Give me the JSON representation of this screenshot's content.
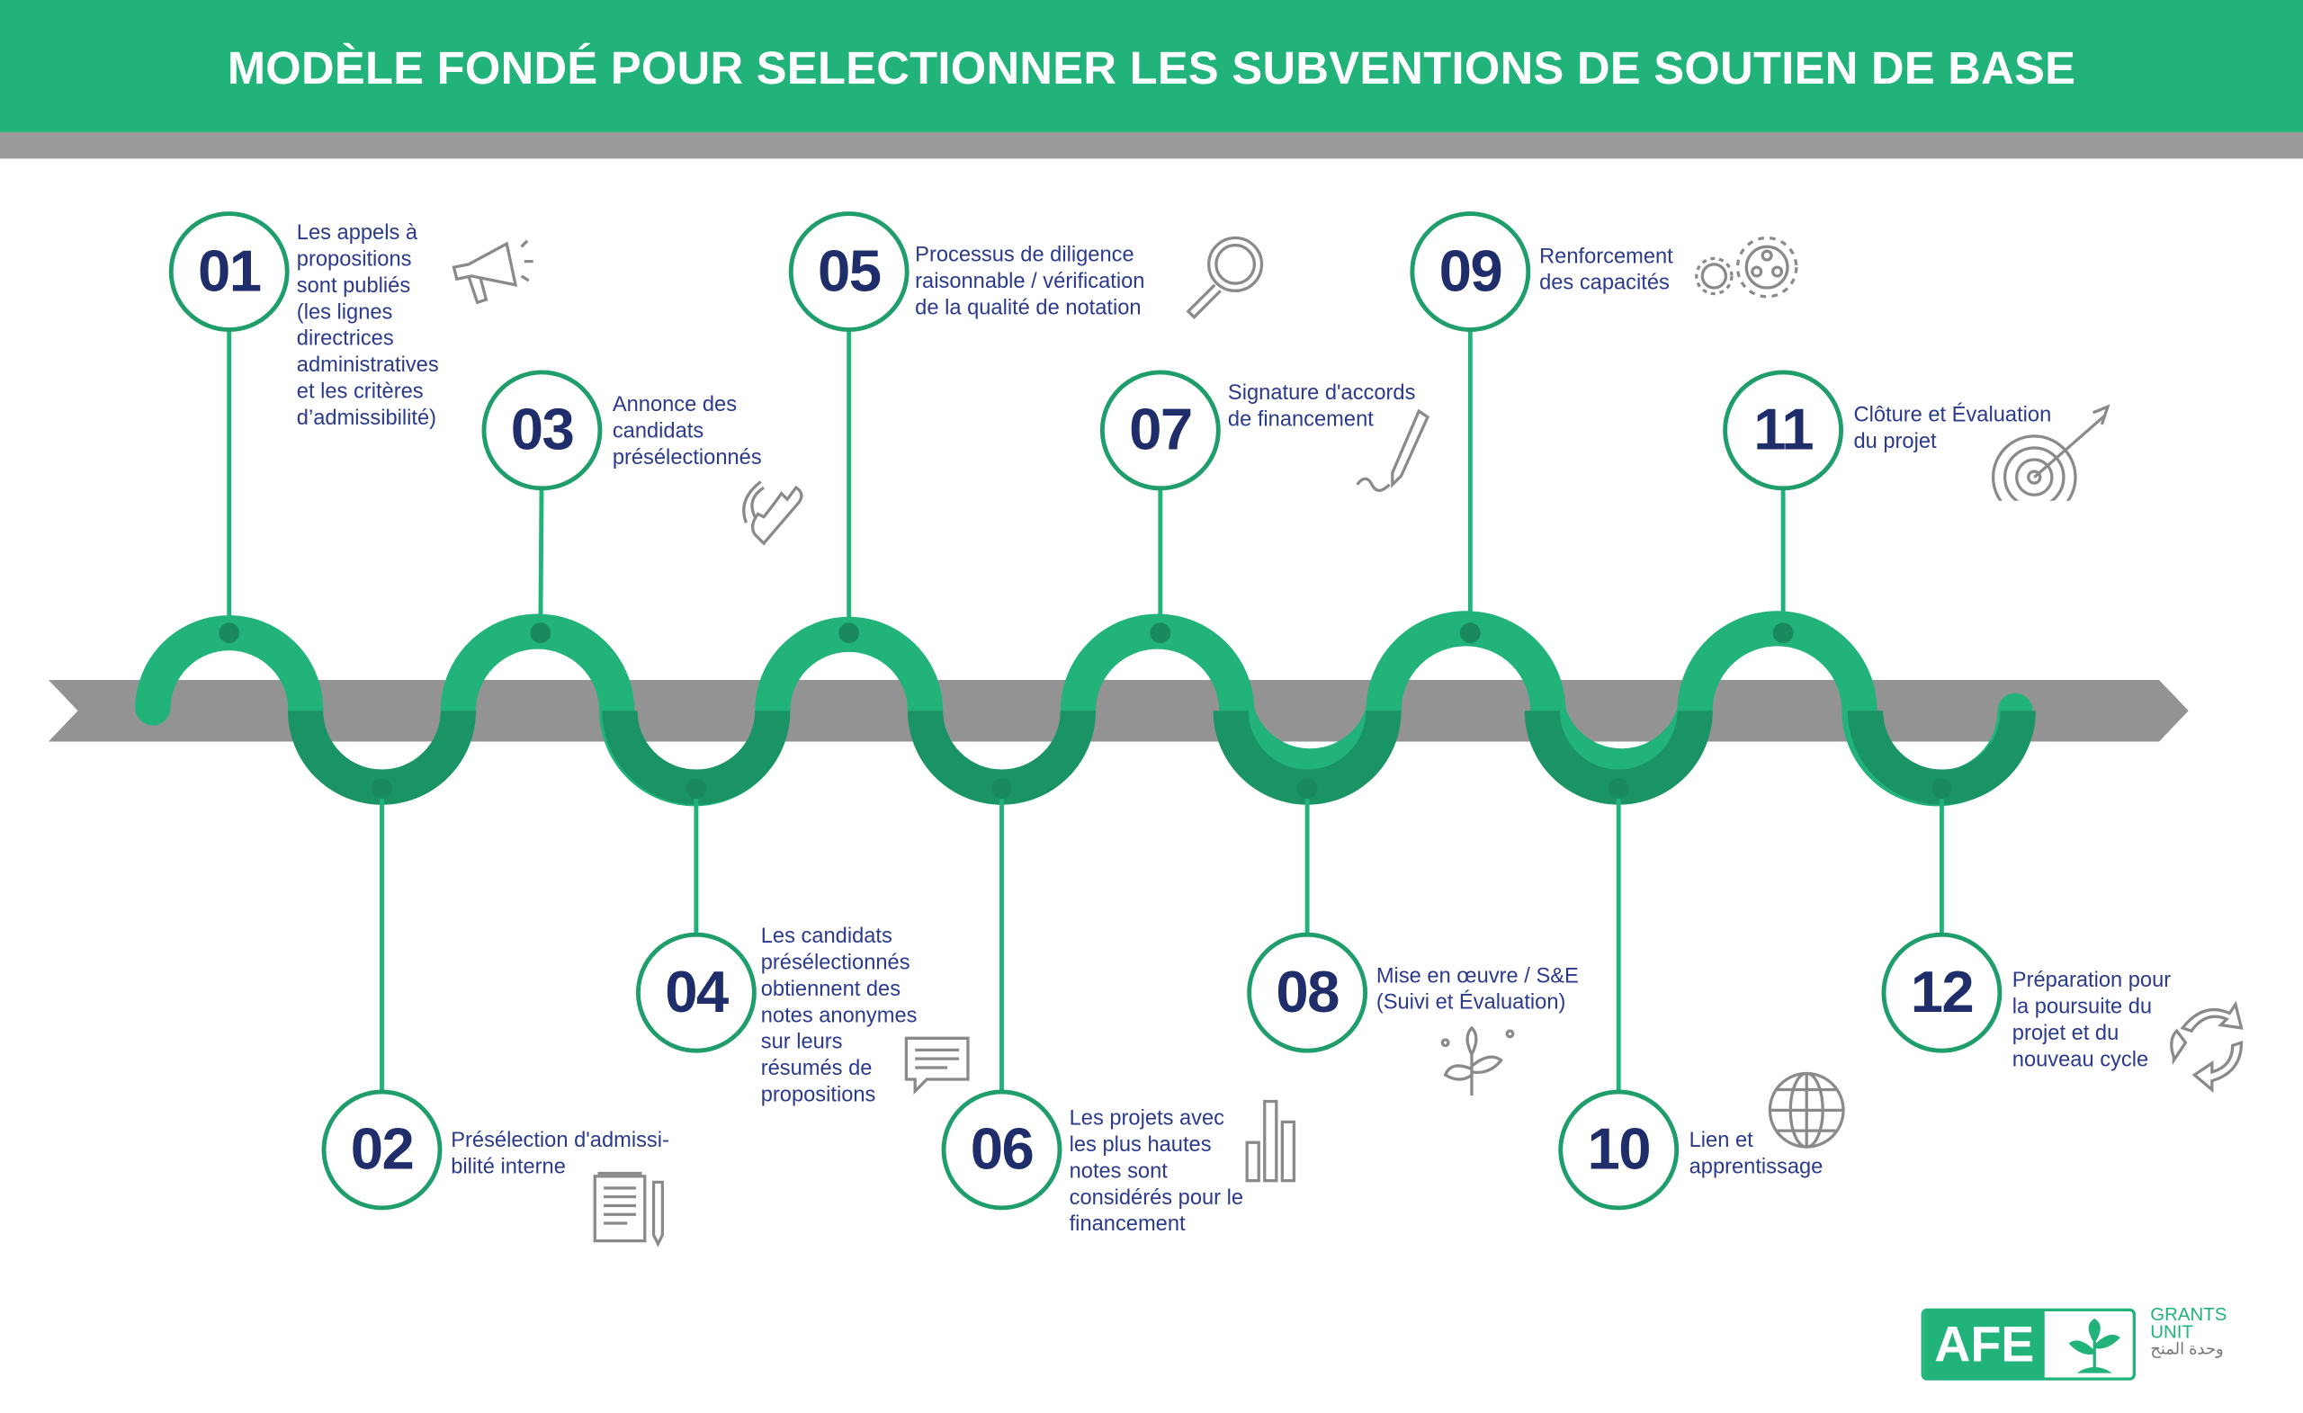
{
  "title": "MODÈLE FONDÉ POUR SELECTIONNER LES SUBVENTIONS DE SOUTIEN DE BASE",
  "colors": {
    "green": "#21b37a",
    "dark_green": "#1b9465",
    "gray": "#939393",
    "navy": "#1f2d6b",
    "text": "#2b3a8c"
  },
  "steps": [
    {
      "number": "01",
      "text": "Les appels à\npropositions\nsont publiés\n(les lignes\ndirectrices\nadministratives\net les critères\nd’admissibilité)",
      "icon": "megaphone-icon"
    },
    {
      "number": "02",
      "text": "Présélection d'admissi-\nbilité interne",
      "icon": "notepad-pencil-icon"
    },
    {
      "number": "03",
      "text": "Annonce des\ncandidats\nprésélectionnés",
      "icon": "phone-icon"
    },
    {
      "number": "04",
      "text": "Les candidats\nprésélectionnés\nobtiennent des\nnotes anonymes\nsur leurs\nrésumés de\npropositions",
      "icon": "speech-bubble-icon"
    },
    {
      "number": "05",
      "text": "Processus de diligence\nraisonnable / vérification\nde la qualité de notation",
      "icon": "magnifier-icon"
    },
    {
      "number": "06",
      "text": "Les projets avec\nles plus hautes\nnotes sont\nconsidérés pour le\nfinancement",
      "icon": "bar-chart-icon"
    },
    {
      "number": "07",
      "text": "Signature d'accords\nde financement",
      "icon": "pen-signature-icon"
    },
    {
      "number": "08",
      "text": "Mise en œuvre / S&E\n(Suivi et Évaluation)",
      "icon": "plant-icon"
    },
    {
      "number": "09",
      "text": "Renforcement\ndes capacités",
      "icon": "gears-icon"
    },
    {
      "number": "10",
      "text": "Lien et\napprentissage",
      "icon": "globe-icon"
    },
    {
      "number": "11",
      "text": "Clôture et Évaluation\ndu projet",
      "icon": "target-icon"
    },
    {
      "number": "12",
      "text": "Préparation pour\nla poursuite du\nprojet et du\nnouveau cycle",
      "icon": "recycle-icon"
    }
  ],
  "logo": {
    "mark": "AFE",
    "unit_line1": "GRANTS",
    "unit_line2": "UNIT",
    "unit_arabic": "وحدة المنح"
  }
}
